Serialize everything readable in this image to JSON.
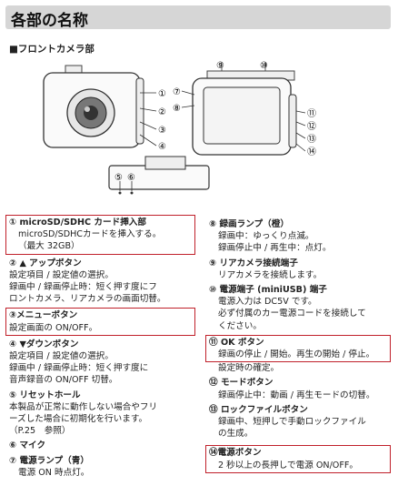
{
  "header": {
    "title": "各部の名称"
  },
  "section": {
    "title": "■フロントカメラ部"
  },
  "diagram": {
    "callouts_right": [
      "①",
      "②",
      "③",
      "④"
    ],
    "callouts_bottom": [
      "⑤",
      "⑥"
    ],
    "callouts_back_top": [
      "⑨",
      "⑩"
    ],
    "callouts_back_left": [
      "⑦",
      "⑧"
    ],
    "callouts_back_right": [
      "⑪",
      "⑫",
      "⑬",
      "⑭"
    ]
  },
  "left_items": [
    {
      "num": "①",
      "title": "microSD/SDHC カード挿入部",
      "lines": [
        "microSD/SDHCカードを挿入する。",
        "（最大 32GB）"
      ],
      "highlight": true
    },
    {
      "num": "②",
      "title": "▲ アップボタン",
      "lines": [
        "設定項目 / 設定値の選択。",
        "録画中 / 録画停止時：短く押す度にフ",
        "ロントカメラ、リアカメラの画面切替。"
      ],
      "highlight": false
    },
    {
      "num": "③",
      "title": "メニューボタン",
      "lines": [
        "設定画面の ON/OFF。"
      ],
      "highlight": true
    },
    {
      "num": "④",
      "title": "▼ダウンボタン",
      "lines": [
        "設定項目 / 設定値の選択。",
        "録画中 / 録画停止時：短く押す度に",
        "音声録音の ON/OFF 切替。"
      ],
      "highlight": false
    },
    {
      "num": "⑤",
      "title": "リセットホール",
      "lines": [
        "本製品が正常に動作しない場合やフリ",
        "ーズした場合に初期化を行います。",
        "（P.25　参照）"
      ],
      "highlight": false
    },
    {
      "num": "⑥",
      "title": "マイク",
      "lines": [],
      "highlight": false
    },
    {
      "num": "⑦",
      "title": "電源ランプ（青）",
      "lines": [
        "電源 ON 時点灯。"
      ],
      "highlight": false
    }
  ],
  "right_items": [
    {
      "num": "⑧",
      "title": "録画ランプ（橙）",
      "lines": [
        "録画中：ゆっくり点滅。",
        "録画停止中 / 再生中：点灯。"
      ],
      "highlight": false
    },
    {
      "num": "⑨",
      "title": "リアカメラ接続端子",
      "lines": [
        "リアカメラを接続します。"
      ],
      "highlight": false
    },
    {
      "num": "⑩",
      "title": "電源端子 (miniUSB) 端子",
      "lines": [
        "電源入力は DC5V です。",
        "必ず付属のカー電源コードを接続して",
        "ください。"
      ],
      "highlight": false
    },
    {
      "num": "⑪",
      "title": "OK ボタン",
      "lines": [
        "録画の停止 / 開始。再生の開始 / 停止。"
      ],
      "extra": [
        "設定時の確定。"
      ],
      "highlight": true
    },
    {
      "num": "⑫",
      "title": "モードボタン",
      "lines": [
        "録画停止中：動画 / 再生モードの切替。"
      ],
      "highlight": false
    },
    {
      "num": "⑬",
      "title": "ロックファイルボタン",
      "lines": [
        "録画中、短押しで手動ロックファイル",
        "の生成。"
      ],
      "highlight": false
    },
    {
      "num": "⑭",
      "title": "電源ボタン",
      "lines": [
        "2 秒以上の長押しで電源 ON/OFF。"
      ],
      "highlight": true
    }
  ]
}
